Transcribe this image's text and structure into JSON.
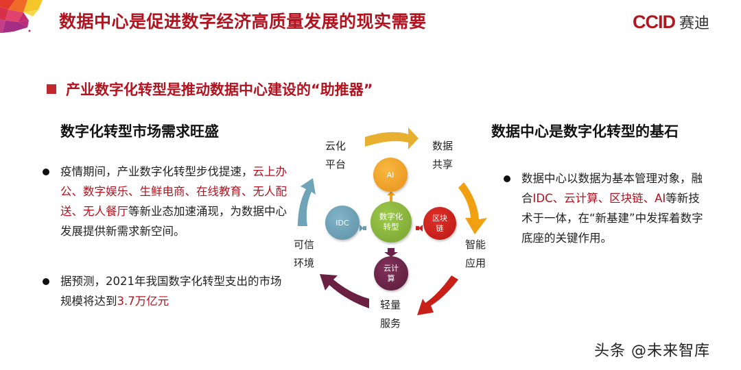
{
  "header": {
    "title": "数据中心是促进数字经济高质量发展的现实需要",
    "brand_latin": "CCID",
    "brand_cn": "赛迪"
  },
  "section": {
    "subtitle": "产业数字化转型是推动数据中心建设的“助推器”"
  },
  "left": {
    "heading": "数字化转型市场需求旺盛",
    "bullet1": {
      "part1": "疫情期间，产业数字化转型步伐提速，",
      "highlight": "云上办公、数字娱乐、生鲜电商、在线教育、无人配送、无人餐厅",
      "part2": "等新业态加速涌现，为数据中心发展提供新需求新空间。"
    },
    "bullet2": {
      "part1": "据预测，2021年我国数字化转型支出的市场规模将达到",
      "highlight": "3.7万亿元"
    }
  },
  "right": {
    "heading": "数据中心是数字化转型的基石",
    "bullet1": {
      "part1": "数据中心以数据为基本管理对象，融合",
      "highlight1": "IDC、云计算、区块链、AI",
      "part2": "等新技术于一体，在“新基建”中发挥着数字底座的关键作用。"
    }
  },
  "diagram": {
    "center": "数字化转型",
    "nodes": {
      "top": "AI",
      "left": "IDC",
      "right": "区块链",
      "bottom": "云计算"
    },
    "cycle_labels": {
      "cloud_platform": "云化平台",
      "data_sharing": "数据共享",
      "smart_app": "智能应用",
      "light_service": "轻量服务",
      "trusted_env": "可信环境"
    },
    "colors": {
      "center": "#8ab43c",
      "ai": "#f0a020",
      "idc": "#6a9fb5",
      "blockchain": "#c8201c",
      "cloud": "#6a2248",
      "arrow_top": "#e8b030",
      "arrow_right": "#f0a010",
      "arrow_bottom_right": "#c82018",
      "arrow_bottom_left": "#6a2040",
      "arrow_left": "#6fa3b8"
    }
  },
  "watermark": "头条 @未来智库"
}
